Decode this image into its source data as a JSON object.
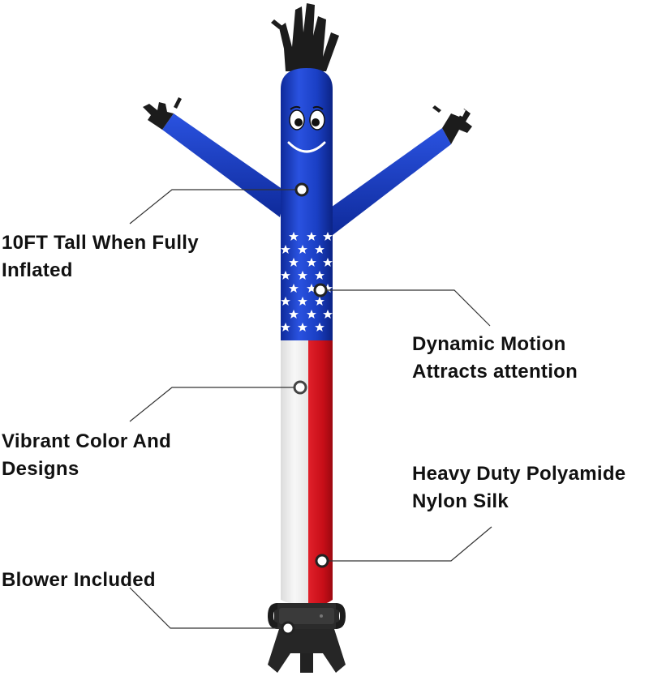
{
  "product": {
    "colors": {
      "blue": "#1a3fc4",
      "red": "#d0101a",
      "white": "#f2f2f2",
      "black": "#1c1c1c",
      "callout_line": "#333333"
    },
    "icons": [
      "smiley-face-icon",
      "star-icon",
      "blower-base-icon"
    ]
  },
  "features": [
    {
      "id": "tall",
      "lines": [
        "10FT Tall When Fully",
        "Inflated"
      ]
    },
    {
      "id": "motion",
      "lines": [
        "Dynamic Motion",
        "Attracts attention"
      ]
    },
    {
      "id": "color",
      "lines": [
        "Vibrant Color And",
        "Designs"
      ]
    },
    {
      "id": "nylon",
      "lines": [
        "Heavy Duty Polyamide",
        "Nylon Silk"
      ]
    },
    {
      "id": "blower",
      "lines": [
        "Blower Included"
      ]
    }
  ]
}
